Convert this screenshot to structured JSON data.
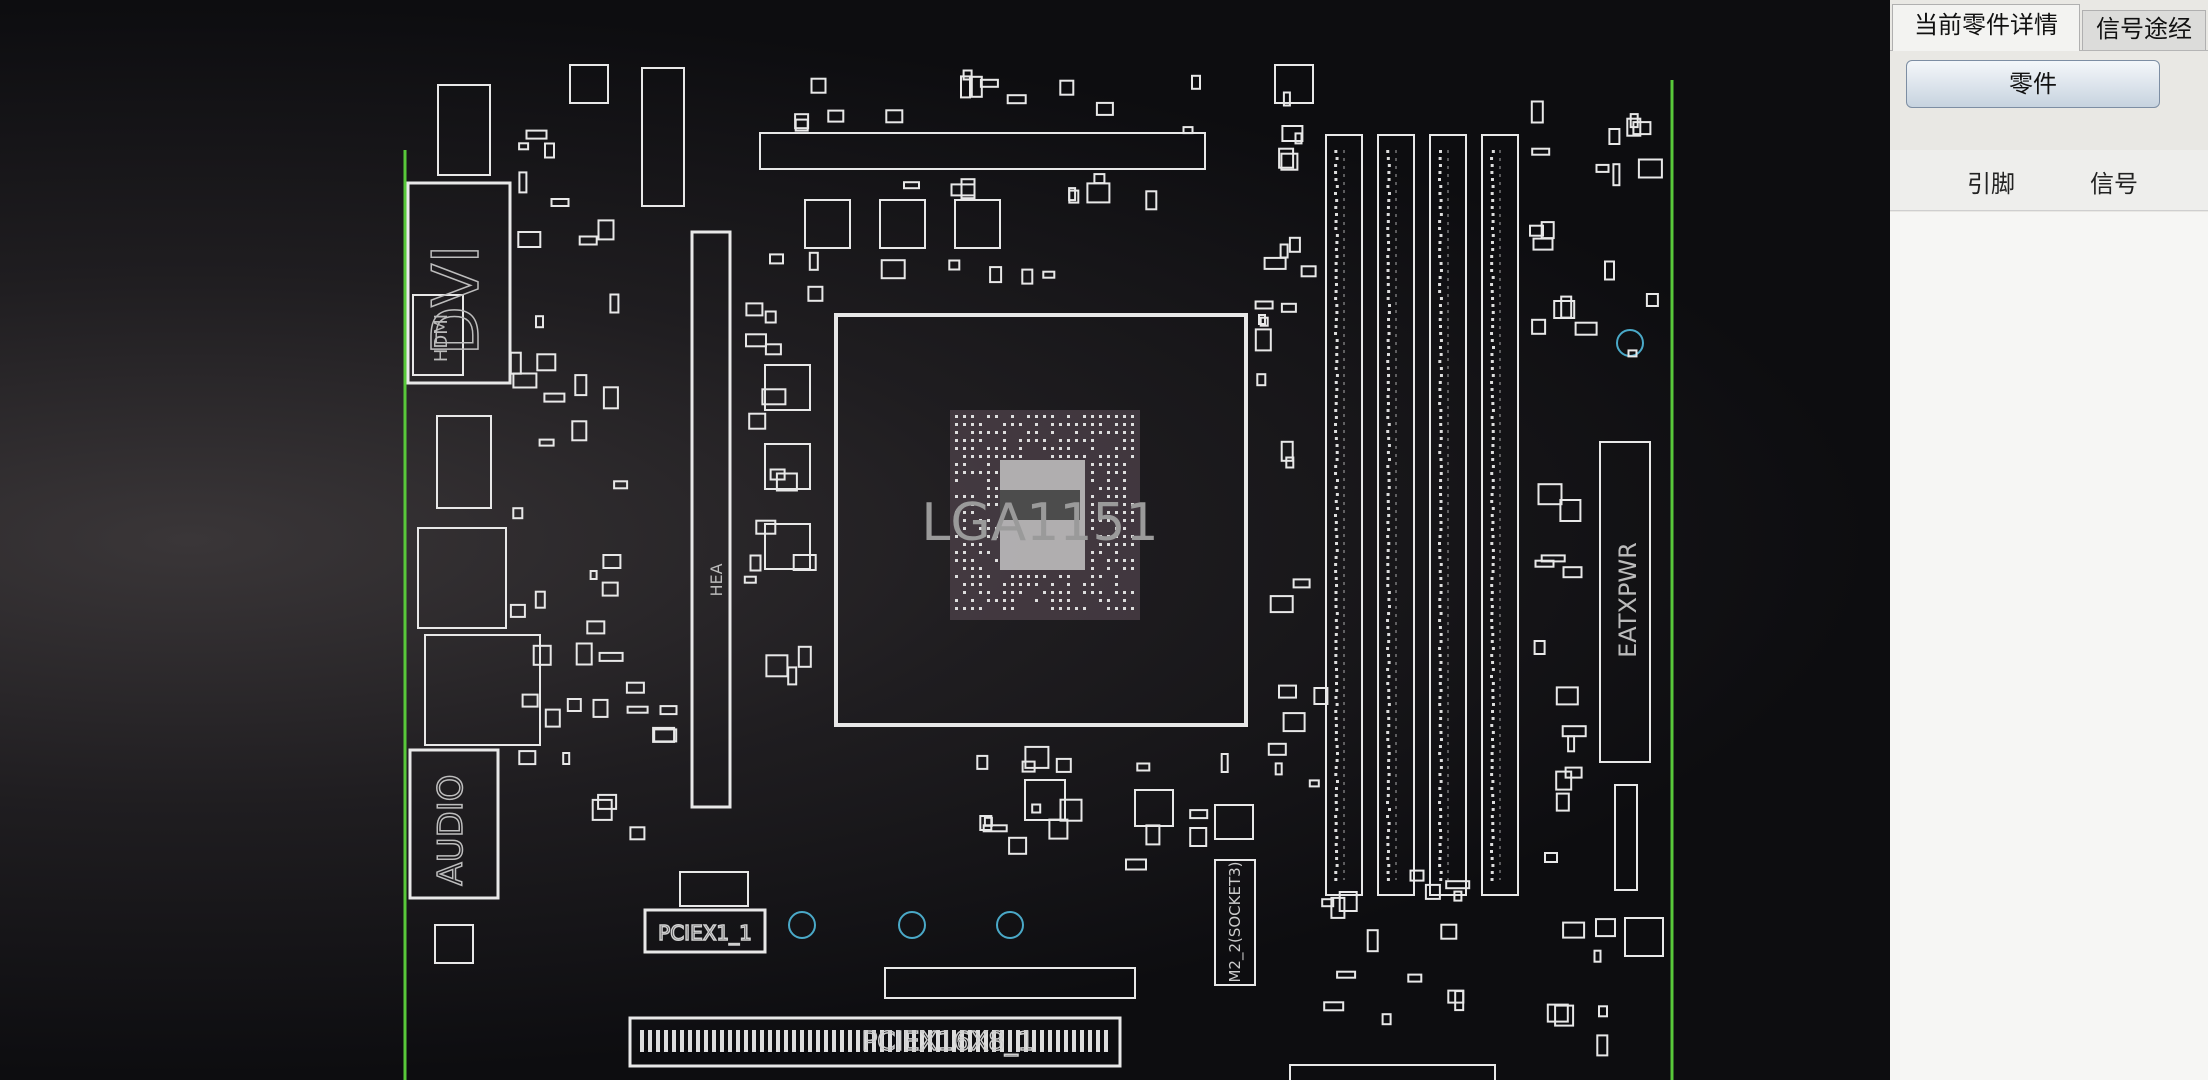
{
  "panel": {
    "tabs": [
      {
        "label": "当前零件详情",
        "active": true
      },
      {
        "label": "信号途经",
        "active": false
      }
    ],
    "part_button_label": "零件",
    "columns": [
      "引脚",
      "信号"
    ]
  },
  "board": {
    "silkscreen_labels": {
      "dvi": "DVI",
      "hdmi": "HDMI",
      "cpu_socket": "LGA1151",
      "eatx_power": "EATXPWR",
      "heatsink": "HEA",
      "audio": "AUDIO",
      "pcie_x16": "PCIEX16X8_1",
      "pcie_x1": "PCIEX1_1",
      "m2": "M2_2(SOCKET3)"
    }
  }
}
